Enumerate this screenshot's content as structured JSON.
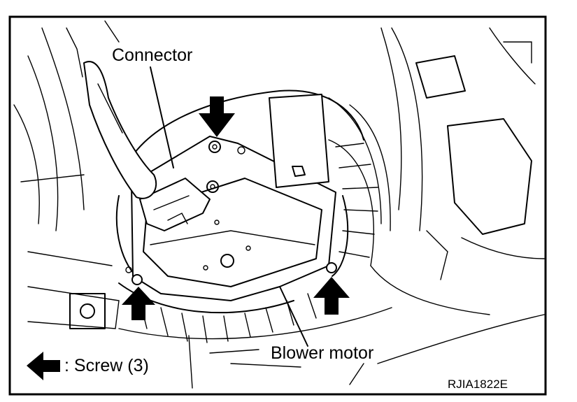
{
  "labels": {
    "connector": "Connector",
    "blower_motor": "Blower motor",
    "legend_screw": ": Screw (3)",
    "figure_code": "RJIA1822E"
  },
  "colors": {
    "ink": "#000000",
    "paper": "#ffffff"
  },
  "icons": {
    "pointer": "arrow-icon",
    "legend": "left-arrow-icon"
  }
}
